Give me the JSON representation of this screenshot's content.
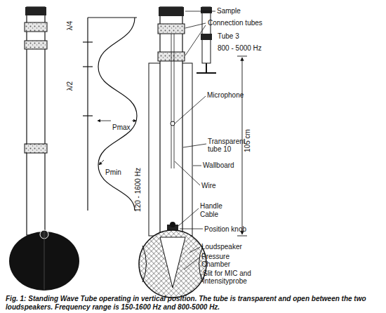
{
  "diagram": {
    "caption": "Fig. 1: Standing Wave Tube operating in vertical position. The tube is transparent and open between the two loudspeakers. Frequency range is 150-1600 Hz and 800-5000 Hz.",
    "labels": [
      "λ/4",
      "λ/2",
      "Pmax",
      "Pmin",
      "120 - 1600 Hz",
      "Sample",
      "Connection tubes",
      "Tube 3",
      "800 - 5000 Hz",
      "Microphone",
      "Transparent tube 10",
      "Wallboard",
      "Wire",
      "Handle",
      "Cable",
      "Position knob",
      "Loudspeaker",
      "Pressure Chamber",
      "Slit for MIC and Intensityprobe",
      "105 cm"
    ]
  }
}
